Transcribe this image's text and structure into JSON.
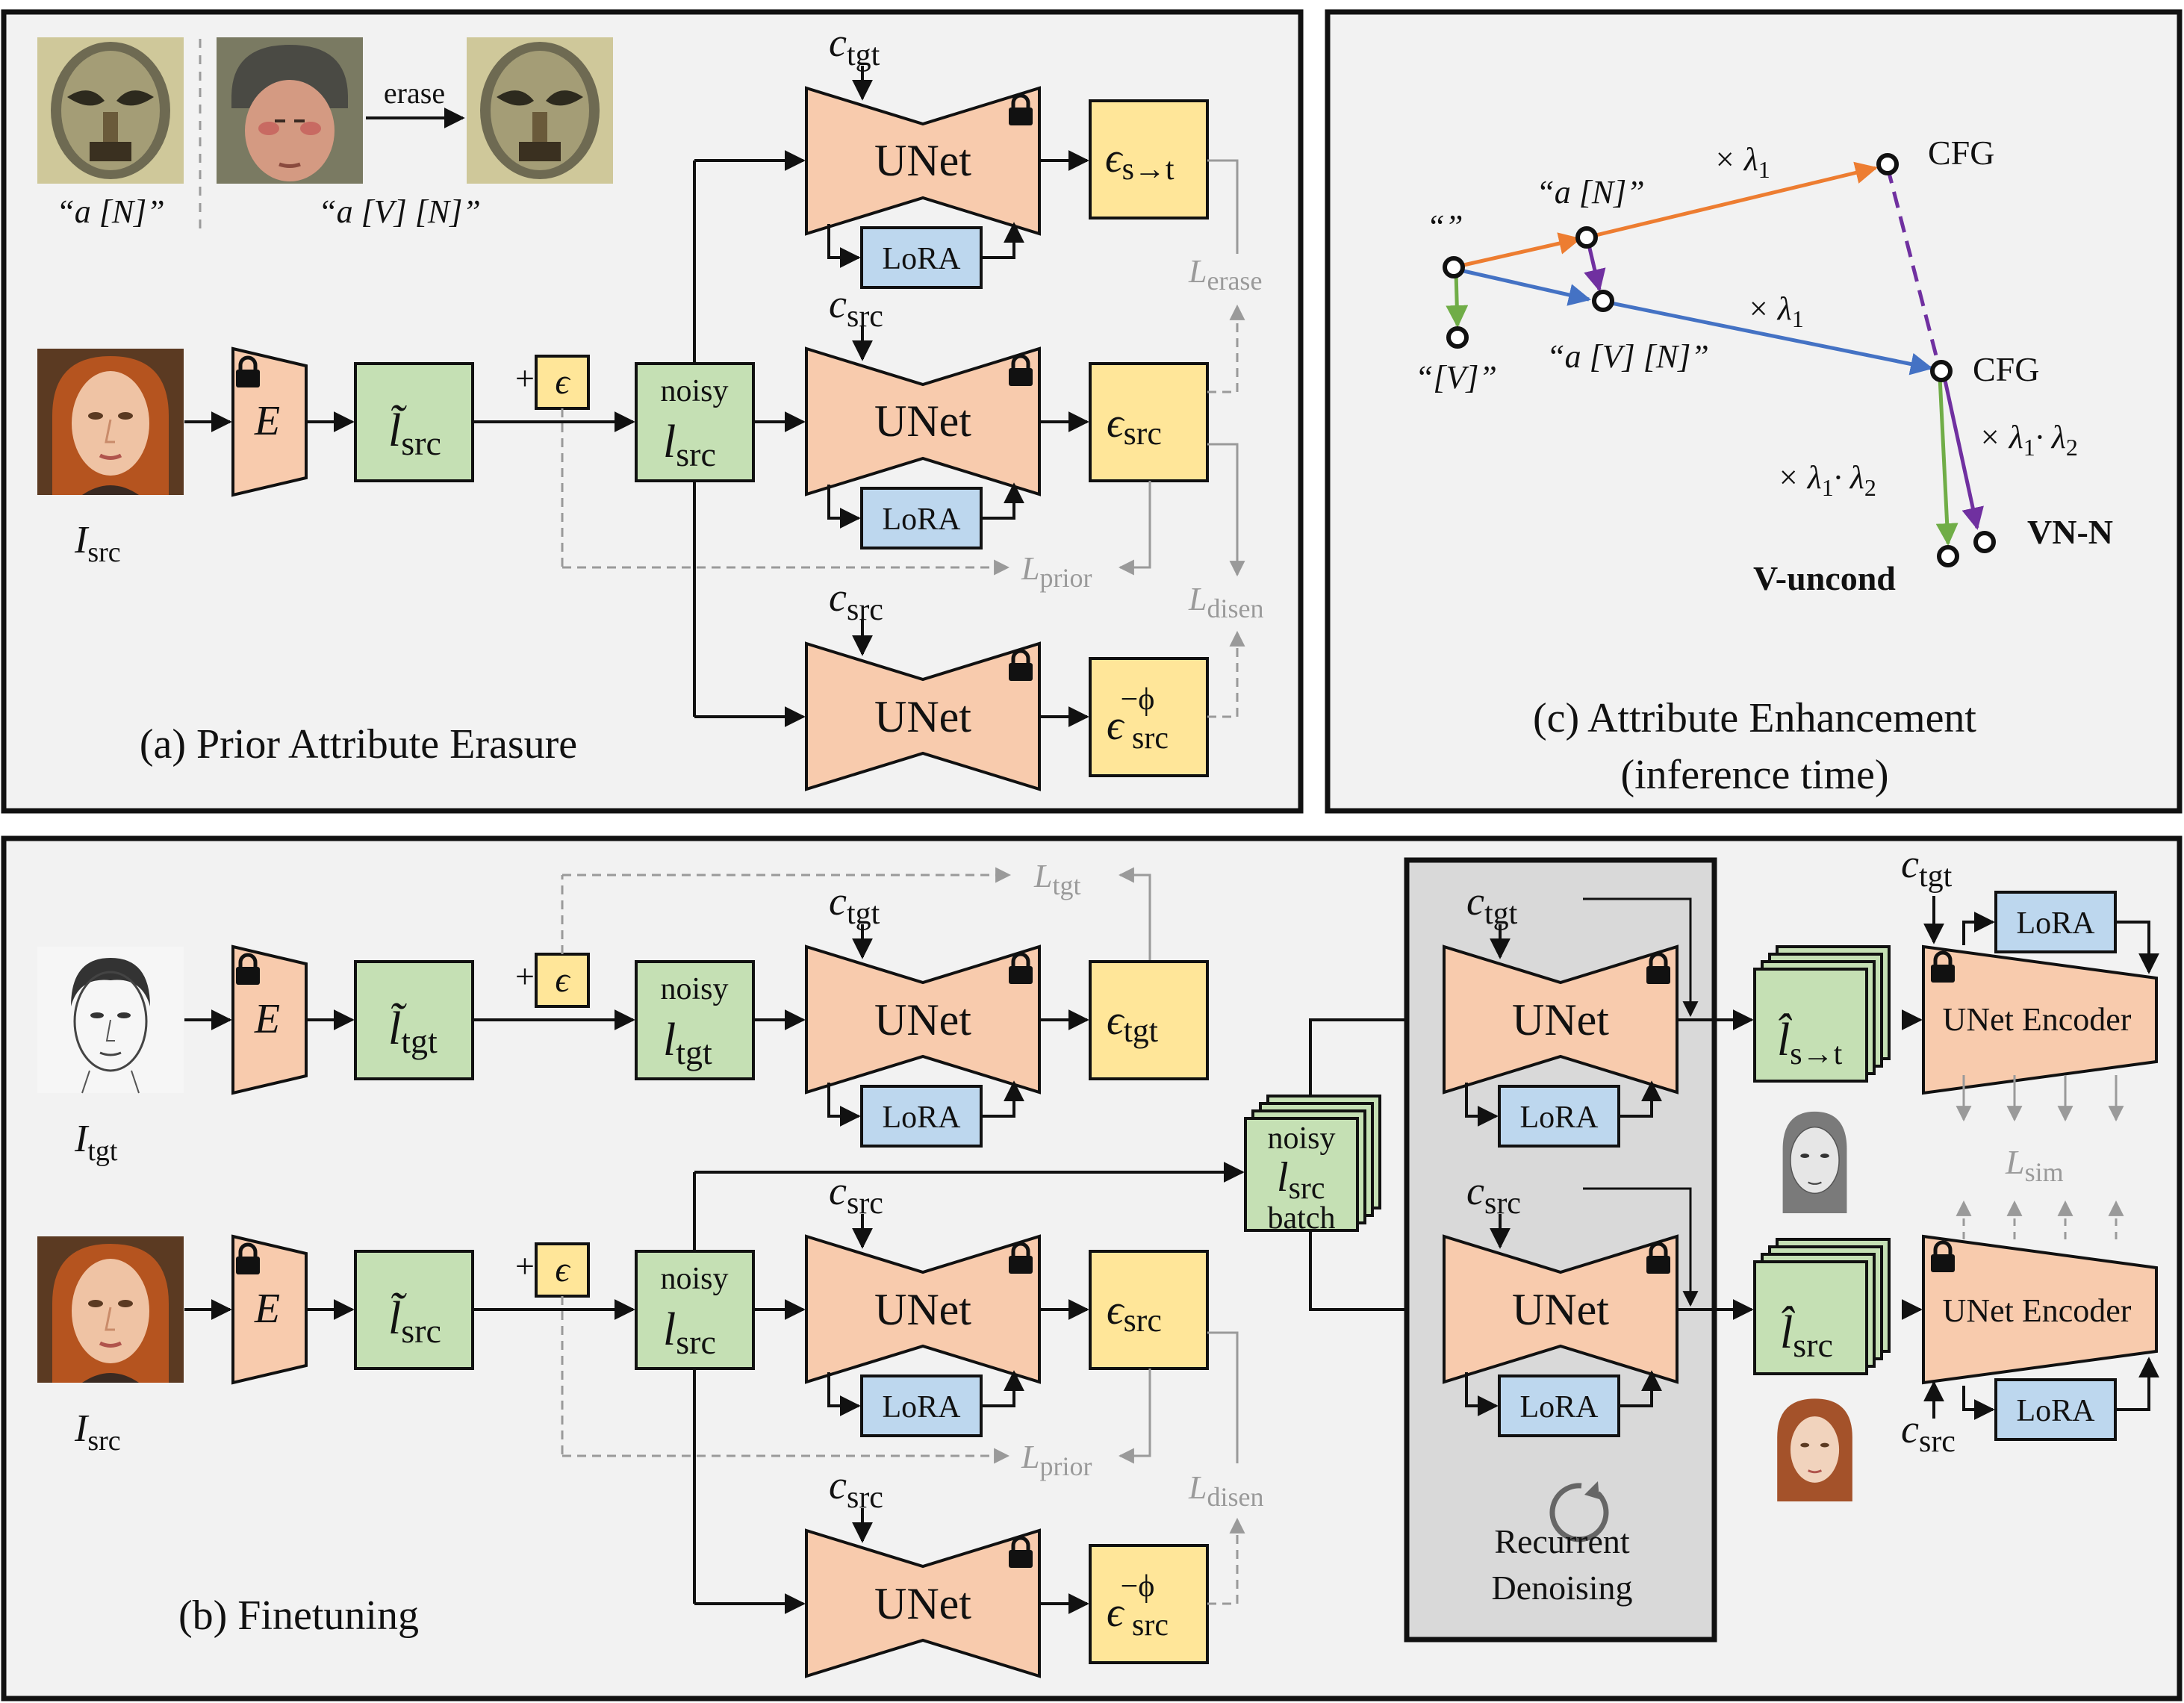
{
  "panel_a": {
    "caption": "(a) Prior Attribute Erasure",
    "prompt_left": "“a [N]”",
    "prompt_right": "“a [V] [N]”",
    "erase_label": "erase",
    "input_image_label": "I",
    "input_image_sub": "src",
    "encoder": "E",
    "latent": "l̃",
    "latent_sub": "src",
    "plus_noise": "+",
    "noise_symbol": "ϵ",
    "noisy_top": "noisy",
    "noisy_latent": "l",
    "noisy_latent_sub": "src",
    "unet_label": "UNet",
    "lora_label": "LoRA",
    "cond_top": "c",
    "cond_top_sub": "tgt",
    "cond_mid": "c",
    "cond_mid_sub": "src",
    "cond_bot": "c",
    "cond_bot_sub": "src",
    "out_top": "ϵ",
    "out_top_sub": "s→t",
    "out_mid": "ϵ",
    "out_mid_sub": "src",
    "out_bot": "ϵ",
    "out_bot_sub": "src",
    "out_bot_sup": "−ϕ",
    "loss_erase": "L",
    "loss_erase_sub": "erase",
    "loss_prior": "L",
    "loss_prior_sub": "prior",
    "loss_disen": "L",
    "loss_disen_sub": "disen"
  },
  "panel_c": {
    "caption_line1": "(c) Attribute Enhancement",
    "caption_line2": "(inference time)",
    "empty_prompt": "“”",
    "v_prompt": "“[V]”",
    "n_prompt": "“a [N]”",
    "vn_prompt": "“a [V] [N]”",
    "mult1": "× λ",
    "mult1_sub": "1",
    "mult2": "× λ",
    "mult2_sub": "1",
    "mult_green": "× λ",
    "mult_green_sub1": "1",
    "mult_green_dot": "· λ",
    "mult_green_sub2": "2",
    "mult_purple": "× λ",
    "mult_purple_sub1": "1",
    "mult_purple_dot": "· λ",
    "mult_purple_sub2": "2",
    "cfg_top": "CFG",
    "cfg_mid": "CFG",
    "v_uncond": "V-uncond",
    "vn_n": "VN-N",
    "colors": {
      "orange": "#ed7d31",
      "blue": "#4472c4",
      "green": "#70ad47",
      "purple": "#7030a0"
    }
  },
  "panel_b": {
    "caption": "(b) Finetuning",
    "tgt_image_label": "I",
    "tgt_image_sub": "tgt",
    "src_image_label": "I",
    "src_image_sub": "src",
    "encoder": "E",
    "latent_tgt": "l̃",
    "latent_tgt_sub": "tgt",
    "latent_src": "l̃",
    "latent_src_sub": "src",
    "plus_noise": "+",
    "noise_symbol": "ϵ",
    "noisy_top": "noisy",
    "noisy_tgt": "l",
    "noisy_tgt_sub": "tgt",
    "noisy_src": "l",
    "noisy_src_sub": "src",
    "unet_label": "UNet",
    "lora_label": "LoRA",
    "cond_tgt": "c",
    "cond_tgt_sub": "tgt",
    "cond_src": "c",
    "cond_src_sub": "src",
    "out_tgt": "ϵ",
    "out_tgt_sub": "tgt",
    "out_src": "ϵ",
    "out_src_sub": "src",
    "out_phi": "ϵ",
    "out_phi_sub": "src",
    "out_phi_sup": "−ϕ",
    "loss_tgt": "L",
    "loss_tgt_sub": "tgt",
    "loss_prior": "L",
    "loss_prior_sub": "prior",
    "loss_disen": "L",
    "loss_disen_sub": "disen",
    "batch_line1": "noisy",
    "batch_line2": "l",
    "batch_line2_sub": "src",
    "batch_line3": "batch",
    "recurrent_line1": "Recurrent",
    "recurrent_line2": "Denoising",
    "hat_st": "l̂",
    "hat_st_sub": "s→t",
    "hat_src": "l̂",
    "hat_src_sub": "src",
    "unet_encoder": "UNet Encoder",
    "loss_sim": "L",
    "loss_sim_sub": "sim"
  }
}
